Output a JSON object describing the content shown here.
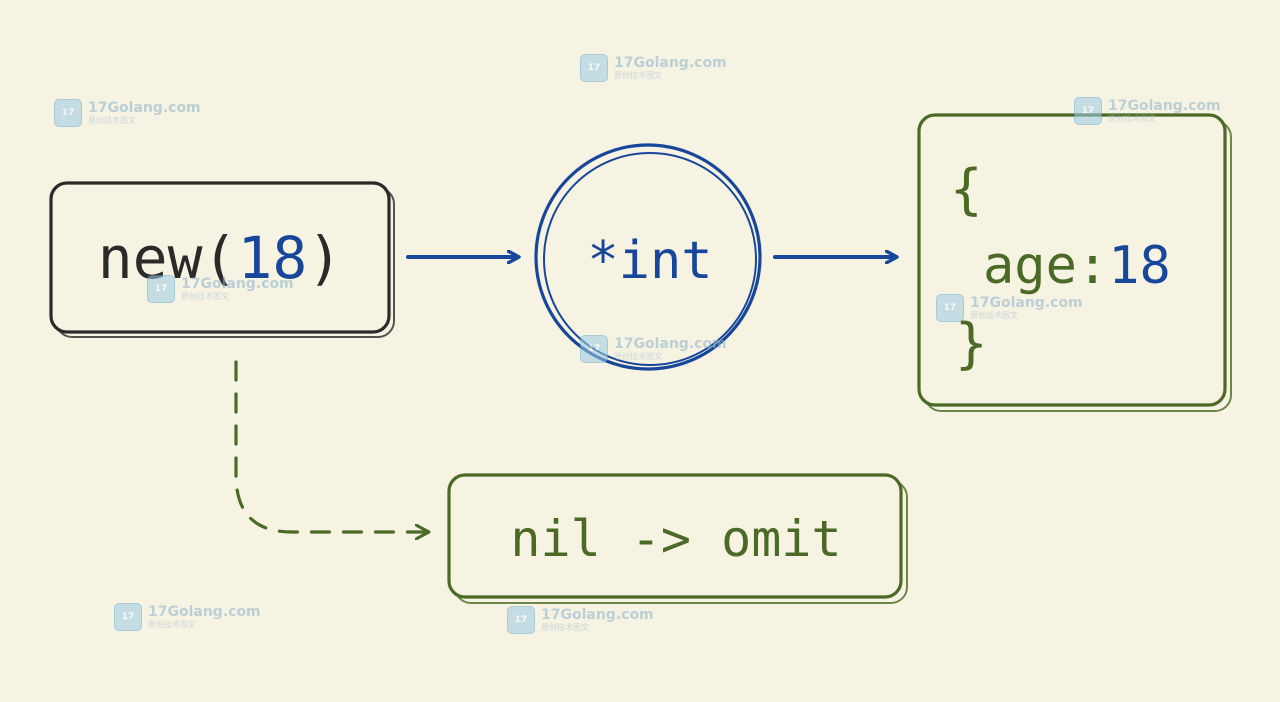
{
  "nodes": {
    "new_call": {
      "keyword": "new(",
      "arg": "18",
      "close": ")"
    },
    "pointer_type": {
      "label": "*int"
    },
    "json_object": {
      "open_brace": "{",
      "key": "age:",
      "value": "18",
      "close_brace": "}"
    },
    "nil_case": {
      "label": "nil -> omit"
    }
  },
  "watermark": {
    "icon_text": "17",
    "site": "17Golang.com",
    "tagline": "原创技术图文"
  },
  "colors": {
    "background": "#f7f3e3",
    "ink_dark": "#2a2a2a",
    "ink_blue": "#17479a",
    "ink_green": "#4a6a26"
  }
}
